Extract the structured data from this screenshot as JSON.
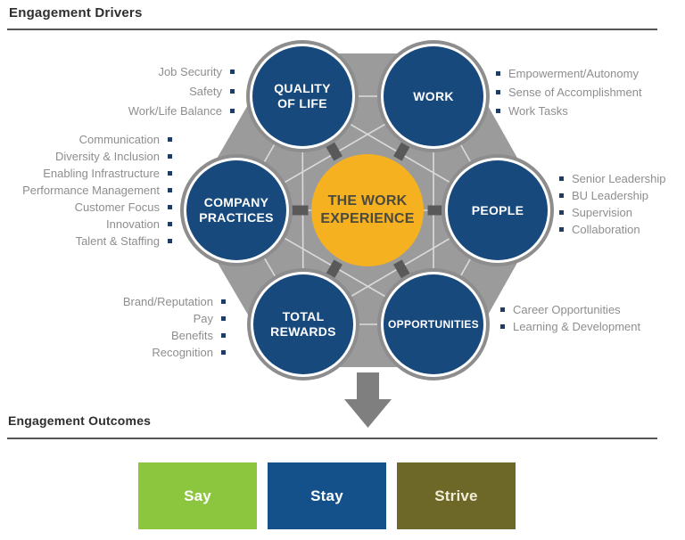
{
  "header": {
    "drivers_title": "Engagement Drivers",
    "outcomes_title": "Engagement Outcomes"
  },
  "hub": {
    "label_lines": [
      "THE WORK",
      "EXPERIENCE"
    ],
    "fill": "#F5B120",
    "text_color": "#4C4A3E"
  },
  "drivers": [
    {
      "id": "quality-of-life",
      "label_lines": [
        "QUALITY",
        "OF LIFE"
      ],
      "items": [
        "Job Security",
        "Safety",
        "Work/Life Balance"
      ],
      "side": "left"
    },
    {
      "id": "work",
      "label_lines": [
        "WORK"
      ],
      "items": [
        "Empowerment/Autonomy",
        "Sense of Accomplishment",
        "Work Tasks"
      ],
      "side": "right"
    },
    {
      "id": "company-practices",
      "label_lines": [
        "COMPANY",
        "PRACTICES"
      ],
      "items": [
        "Communication",
        "Diversity & Inclusion",
        "Enabling Infrastructure",
        "Performance Management",
        "Customer Focus",
        "Innovation",
        "Talent & Staffing"
      ],
      "side": "left"
    },
    {
      "id": "people",
      "label_lines": [
        "PEOPLE"
      ],
      "items": [
        "Senior Leadership",
        "BU Leadership",
        "Supervision",
        "Collaboration"
      ],
      "side": "right"
    },
    {
      "id": "total-rewards",
      "label_lines": [
        "TOTAL",
        "REWARDS"
      ],
      "items": [
        "Brand/Reputation",
        "Pay",
        "Benefits",
        "Recognition"
      ],
      "side": "left"
    },
    {
      "id": "opportunities",
      "label_lines": [
        "OPPORTUNITIES"
      ],
      "items": [
        "Career Opportunities",
        "Learning & Development"
      ],
      "side": "right"
    }
  ],
  "outcomes": [
    {
      "label": "Say",
      "color": "#8CC63E",
      "label_color": "#FFFFFF"
    },
    {
      "label": "Stay",
      "color": "#14508A",
      "label_color": "#FFFFFF"
    },
    {
      "label": "Strive",
      "color": "#6D6827",
      "label_color": "#F2EDD9"
    }
  ],
  "colors": {
    "circle_fill": "#17497C",
    "circle_ring_gray": "#8D8D8D",
    "web_gray": "#9B9B9B",
    "web_line": "#DBDBDB",
    "connector_dark": "#595959",
    "arrow_gray": "#7F7F7F",
    "bullet_navy": "#1E3C64",
    "list_text_gray": "#8E8E8E",
    "rule_gray": "#555555"
  }
}
